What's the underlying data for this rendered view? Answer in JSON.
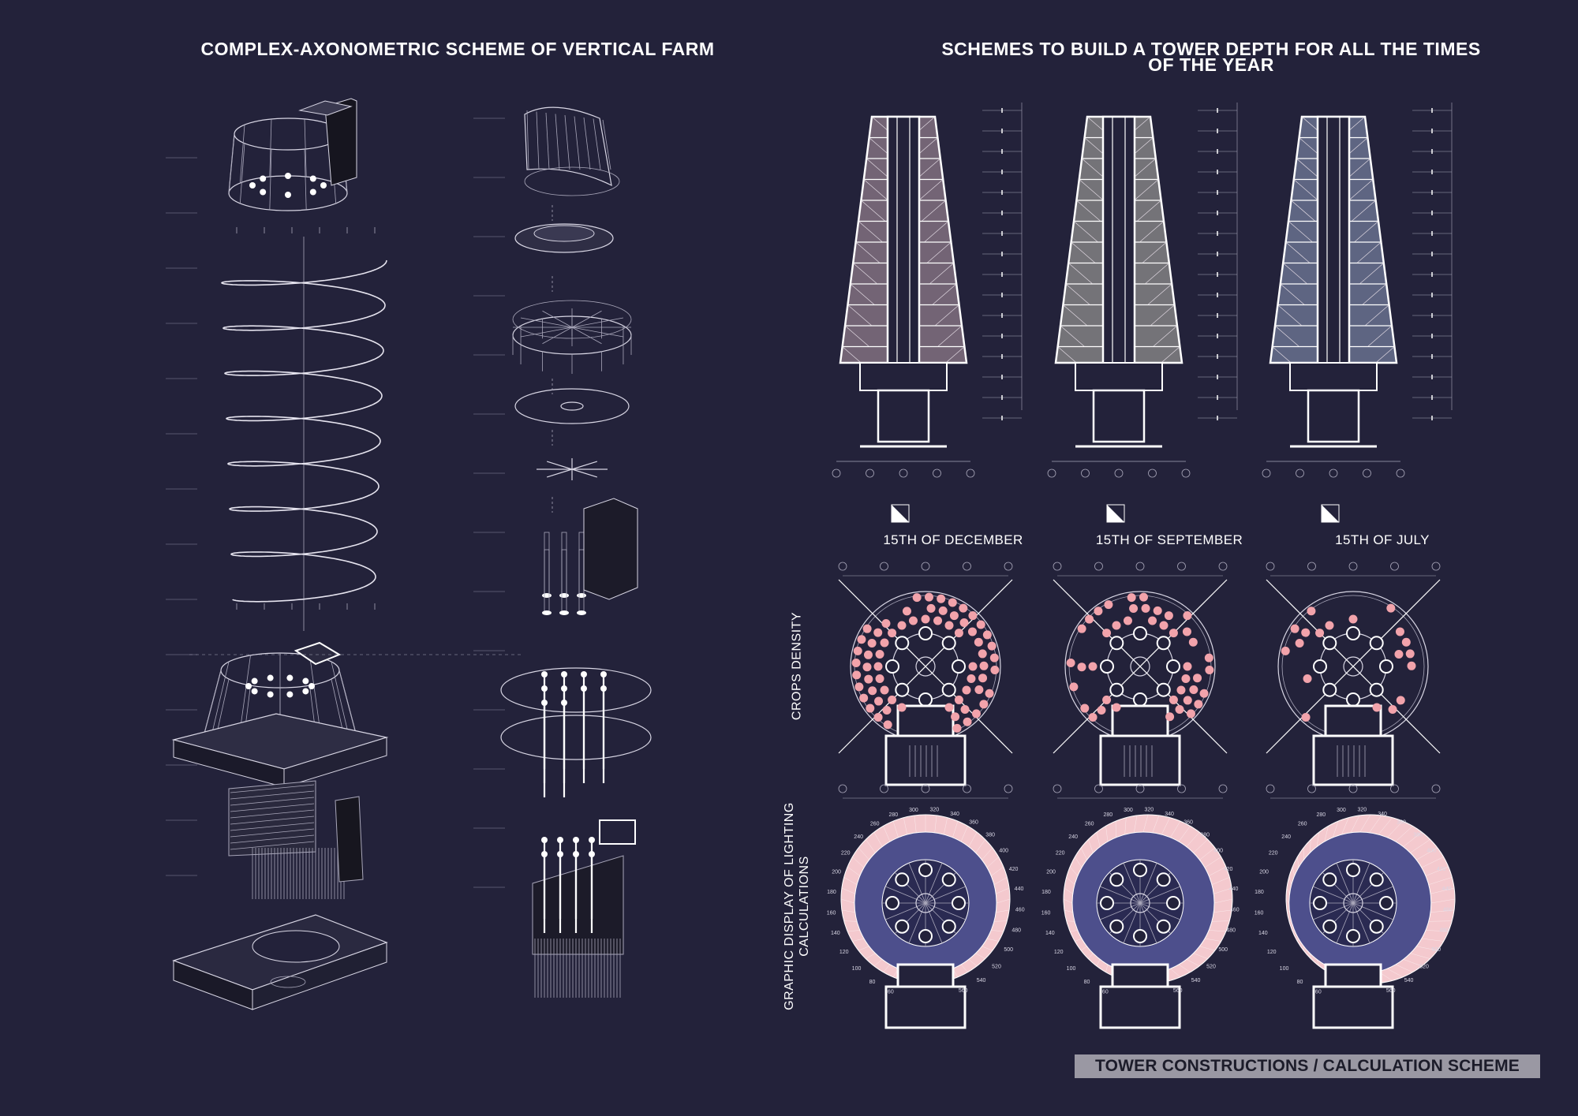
{
  "titles": {
    "left": "COMPLEX-AXONOMETRIC SCHEME OF VERTICAL FARM",
    "right_line1": "SCHEMES TO BUILD A TOWER DEPTH FOR ALL THE TIMES",
    "right_line2": "OF THE YEAR"
  },
  "seasons": [
    {
      "label": "15TH OF DECEMBER",
      "tint": "#b79aa6",
      "density": 0.85
    },
    {
      "label": "15TH OF SEPTEMBER",
      "tint": "#b8b7ab",
      "density": 0.5
    },
    {
      "label": "15TH OF JULY",
      "tint": "#8f9cbd",
      "density": 0.25
    }
  ],
  "side_labels": {
    "crops": "CROPS DENSITY",
    "lighting_line1": "GRAPHIC DISPLAY OF LIGHTING",
    "lighting_line2": "CALCULATIONS"
  },
  "footer": "TOWER CONSTRUCTIONS / CALCULATION SCHEME",
  "lighting_scale": [
    "60",
    "80",
    "100",
    "120",
    "140",
    "160",
    "180",
    "200",
    "220",
    "240",
    "260",
    "280",
    "300",
    "320",
    "340",
    "360",
    "380",
    "400",
    "420",
    "440",
    "460",
    "480",
    "500",
    "520",
    "540",
    "560"
  ],
  "colors": {
    "background": "#23223a",
    "line": "#d8d6e4",
    "crop_dot": "#f2a3ab",
    "light_pink": "#f4c9ce",
    "light_blue": "#4d4f8c"
  }
}
